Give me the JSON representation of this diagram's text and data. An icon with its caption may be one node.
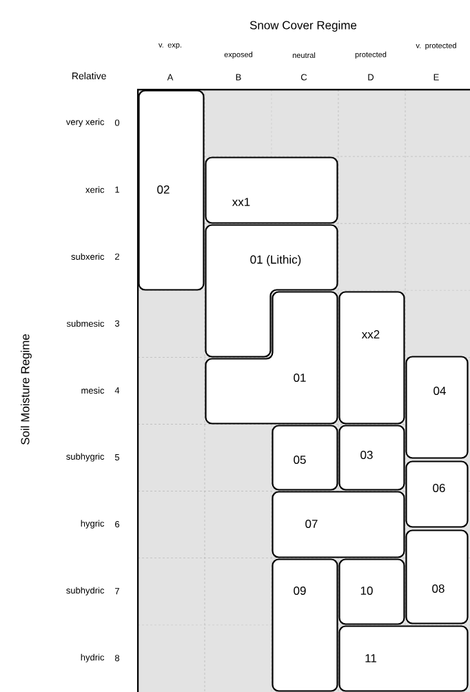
{
  "diagram": {
    "nodes": [
      {
        "text": [
          "02"
        ]
      },
      {
        "text": [
          "xx1"
        ]
      },
      {
        "text": [
          "01 (Lithic)"
        ]
      },
      {
        "text": [
          "01"
        ]
      },
      {
        "text": [
          "xx2"
        ]
      },
      {
        "text": [
          "04"
        ]
      },
      {
        "text": [
          "05"
        ]
      },
      {
        "text": [
          "03"
        ]
      },
      {
        "text": [
          "06"
        ]
      },
      {
        "text": [
          "07"
        ]
      },
      {
        "text": [
          "08"
        ]
      },
      {
        "text": [
          "09"
        ]
      },
      {
        "text": [
          "10"
        ]
      },
      {
        "text": [
          "11"
        ]
      }
    ],
    "labels": [
      "Snow Cover Regime",
      "v. exp.",
      "exposed",
      "neutral",
      "protected",
      "v. protected",
      "Relative",
      "A",
      "B",
      "C",
      "D",
      "E",
      "very xeric",
      "0",
      "xeric",
      "1",
      "subxeric",
      "2",
      "submesic",
      "3",
      "mesic",
      "4",
      "subhygric",
      "5",
      "hygric",
      "6",
      "subhydric",
      "7",
      "hydric",
      "8",
      "Soil Moisture Regime"
    ]
  }
}
